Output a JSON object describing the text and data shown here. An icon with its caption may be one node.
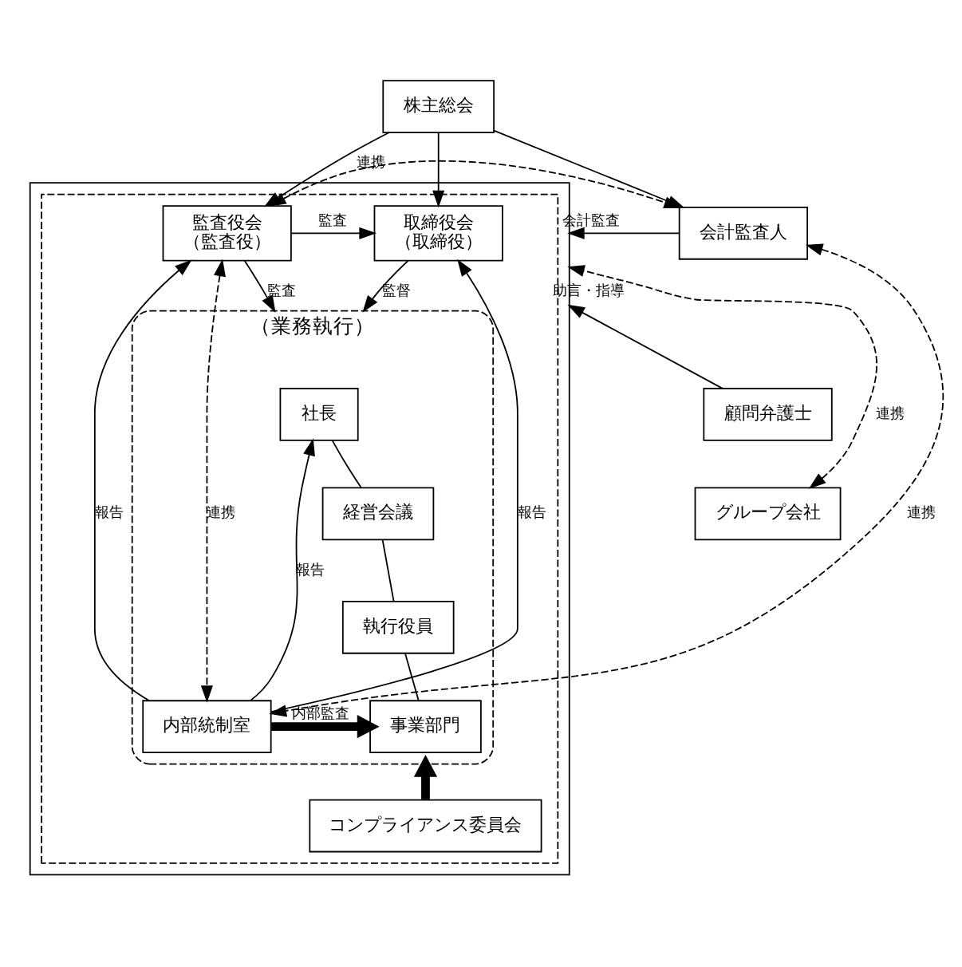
{
  "diagram": {
    "nodes": [
      {
        "text": [
          "株主総会"
        ]
      },
      {
        "text": [],
        "shape": "box"
      },
      {
        "text": [],
        "shape": "box",
        "in": 1
      },
      {
        "text": [
          "取締役会",
          "（取締役）"
        ],
        "in": 2
      },
      {
        "text": [
          "監査役会",
          "（監査役）"
        ],
        "in": 2
      },
      {
        "text": [
          "（業務執行）"
        ],
        "in": 2
      },
      {
        "text": [
          "社長"
        ],
        "in": 5
      },
      {
        "text": [
          "経営会議"
        ],
        "in": 5
      },
      {
        "text": [
          "執行役員"
        ],
        "in": 5
      },
      {
        "text": [
          "事業部門"
        ],
        "in": 5
      },
      {
        "text": [
          "内部統制室"
        ],
        "in": 5
      },
      {
        "text": [
          "コンプライアンス委員会"
        ],
        "in": 2
      },
      {
        "text": [
          "会計監査人"
        ]
      },
      {
        "text": [
          "顧問弁護士"
        ]
      },
      {
        "text": [
          "グループ会社"
        ]
      }
    ],
    "edges": [
      {
        "from": 0,
        "to": 3,
        "arrow": "to"
      },
      {
        "from": 0,
        "to": 4,
        "arrow": "to"
      },
      {
        "from": 0,
        "to": 12,
        "arrow": "to"
      },
      {
        "from": 4,
        "to": 3,
        "arrow": "to",
        "label": "監査"
      },
      {
        "from": 3,
        "to": 5,
        "arrow": "to",
        "label": "監督"
      },
      {
        "from": 4,
        "to": 5,
        "arrow": "to",
        "label": "監査"
      },
      {
        "from": 10,
        "to": 3,
        "arrow": "to",
        "label": "報告"
      },
      {
        "from": 10,
        "to": 6,
        "arrow": "to",
        "label": "報告"
      },
      {
        "from": 4,
        "to": 10,
        "arrow": "both",
        "label": "連携",
        "style": "dashed"
      },
      {
        "from": 10,
        "to": 4,
        "arrow": "to",
        "label": "報告"
      },
      {
        "from": 6,
        "to": 7,
        "arrow": "none"
      },
      {
        "from": 7,
        "to": 8,
        "arrow": "none"
      },
      {
        "from": 8,
        "to": 9,
        "arrow": "none"
      },
      {
        "from": 10,
        "to": 9,
        "arrow": "to",
        "label": "内部監査",
        "style": "thick"
      },
      {
        "from": 11,
        "to": 5,
        "arrow": "to",
        "style": "thick"
      },
      {
        "from": 4,
        "to": 12,
        "arrow": "both",
        "label": "連携",
        "style": "dashed"
      },
      {
        "from": 12,
        "to": 1,
        "arrow": "to",
        "label": "会計監査"
      },
      {
        "from": 12,
        "to": 10,
        "arrow": "both",
        "label": "連携",
        "style": "dashed"
      },
      {
        "from": 13,
        "to": 1,
        "arrow": "to",
        "label": "助言・指導"
      },
      {
        "from": 14,
        "to": 1,
        "arrow": "both",
        "label": "連携",
        "style": "dashed"
      }
    ]
  }
}
